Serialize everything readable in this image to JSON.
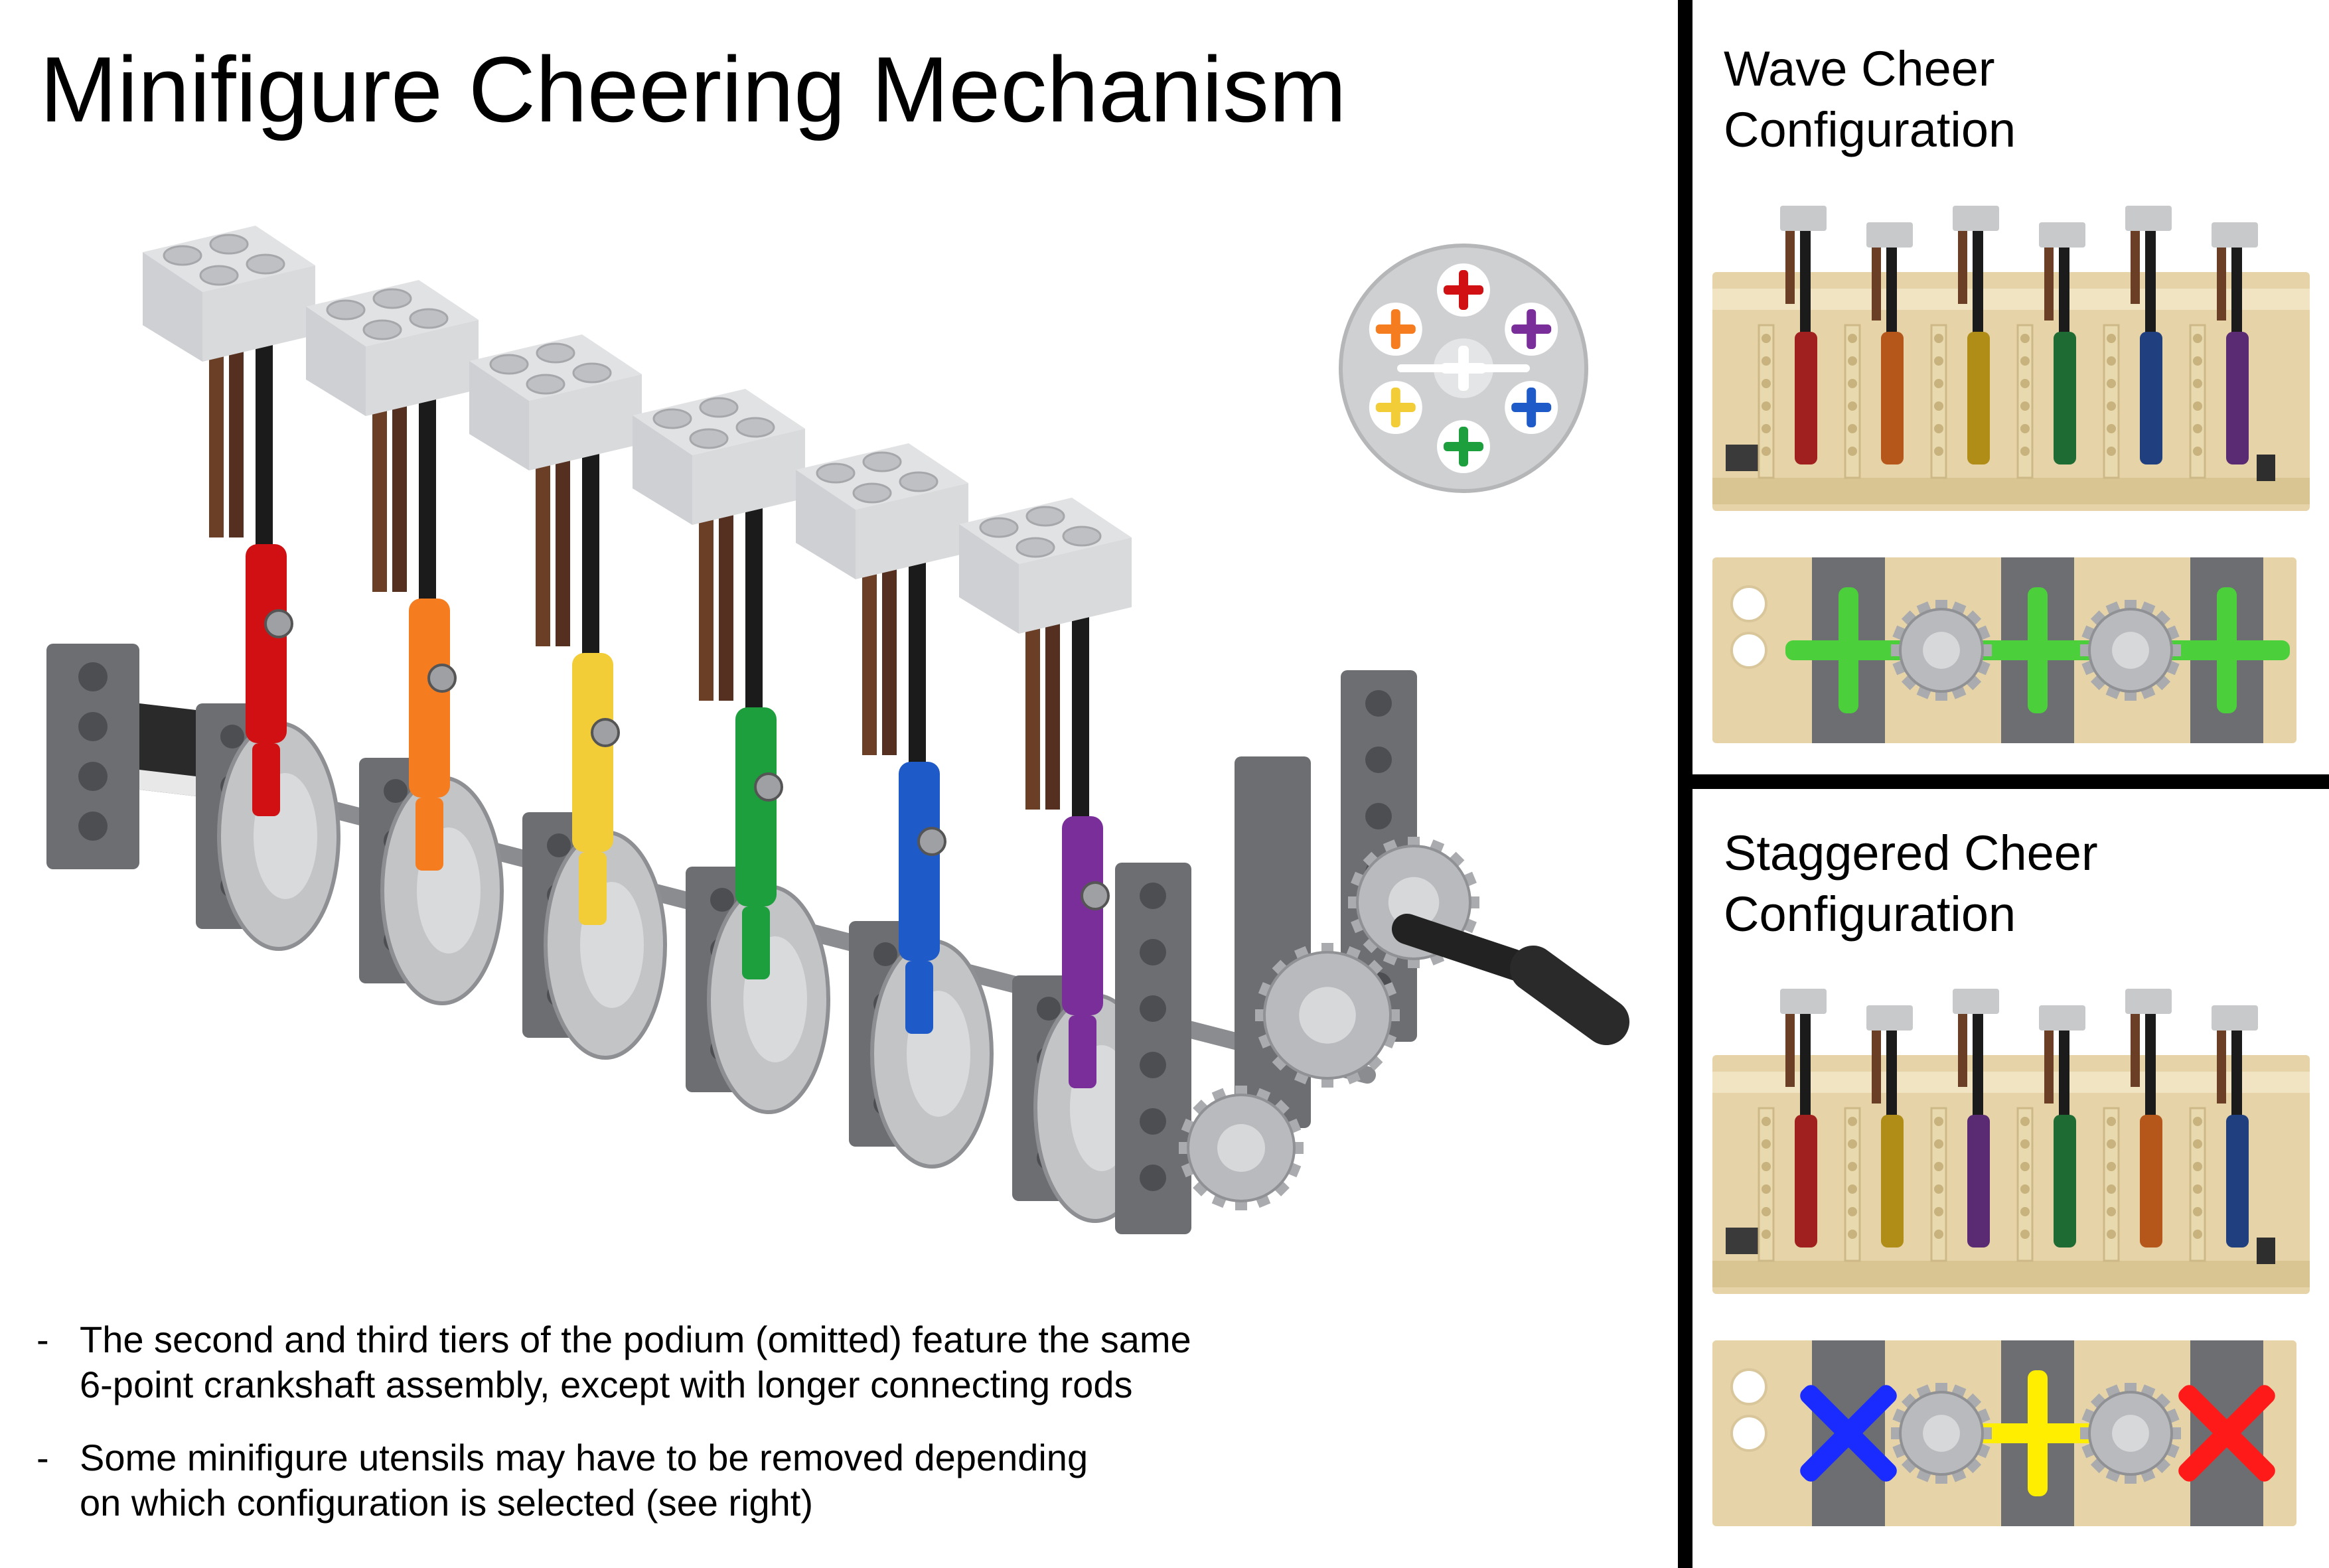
{
  "title": "Minifigure Cheering Mechanism",
  "notes": [
    {
      "lines": [
        "The second and third tiers of the podium (omitted) feature the same",
        "6-point crankshaft assembly, except with longer connecting rods"
      ]
    },
    {
      "lines": [
        "Some minifigure utensils may have to be removed depending",
        "on which configuration is selected (see right)"
      ]
    }
  ],
  "note_bullet": "-",
  "panels": [
    {
      "title_lines": [
        "Wave Cheer",
        "Configuration"
      ],
      "rod_order": [
        "red",
        "orange",
        "yellow",
        "green",
        "blue",
        "purple"
      ],
      "axle_marks": [
        "green",
        "green",
        "green"
      ]
    },
    {
      "title_lines": [
        "Staggered Cheer",
        "Configuration"
      ],
      "rod_order": [
        "red",
        "yellow",
        "purple",
        "green",
        "orange",
        "blue"
      ],
      "axle_marks": [
        "blue",
        "yellow",
        "red"
      ]
    }
  ],
  "colors": {
    "red": "#d01012",
    "orange": "#f57d20",
    "yellow": "#f2cd37",
    "green": "#1e9f3e",
    "blue": "#1e5ac8",
    "purple": "#7a2e9a",
    "lightgray": "#c9cacc",
    "darkgray": "#6c6e72",
    "tan": "#e6d4a8",
    "brown": "#6b3e26",
    "black": "#1b1b1b",
    "brightgreen": "#4bcf3a"
  },
  "rod_colors": {
    "red": "#a01f1f",
    "orange": "#b5561b",
    "yellow": "#b08d17",
    "green": "#1e6b34",
    "blue": "#1f3f7e",
    "purple": "#5a2a73"
  },
  "hub_colors": [
    "red",
    "purple",
    "blue",
    "green",
    "yellow",
    "orange"
  ],
  "icons": {
    "assembly": "crankshaft-assembly-illustration",
    "hub": "axle-hub-wheel-icon",
    "panel": "configuration-view-illustration"
  }
}
